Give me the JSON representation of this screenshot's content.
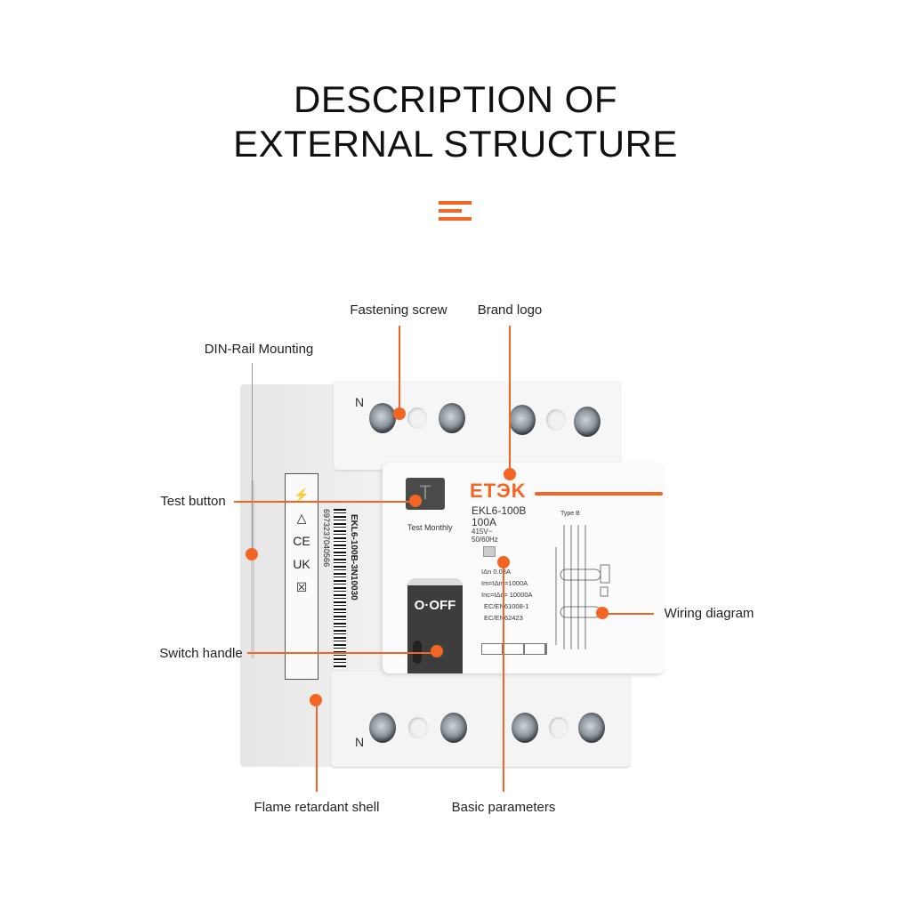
{
  "header": {
    "title_line1": "DESCRIPTION OF",
    "title_line2": "EXTERNAL STRUCTURE"
  },
  "colors": {
    "accent": "#f26522",
    "device_body": "#f4f4f4",
    "handle": "#3b3b3b"
  },
  "callouts": {
    "fastening_screw": "Fastening screw",
    "brand_logo": "Brand logo",
    "din_rail": "DIN-Rail Mounting",
    "test_button": "Test button",
    "switch_handle": "Switch handle",
    "wiring_diagram": "Wiring diagram",
    "flame_shell": "Flame retardant shell",
    "basic_parameters": "Basic parameters"
  },
  "device": {
    "terminal_label": "N",
    "test_key": "T",
    "test_caption": "Test Monthly",
    "brand": "ETЭK",
    "model": "EKL6-100B",
    "current": "100A",
    "voltage": "415V~",
    "frequency": "50/60Hz",
    "params": [
      "IΔn 0.03A",
      "Im=IΔm=1000A",
      "Inc=IΔc= 10000A",
      "EC/EN61008-1",
      "EC/EN62423"
    ],
    "handle_label": "O·OFF",
    "diagram_type": "Type B",
    "side_code": "EKL6-100B-3N10030",
    "barcode_number": "6973237040566"
  }
}
